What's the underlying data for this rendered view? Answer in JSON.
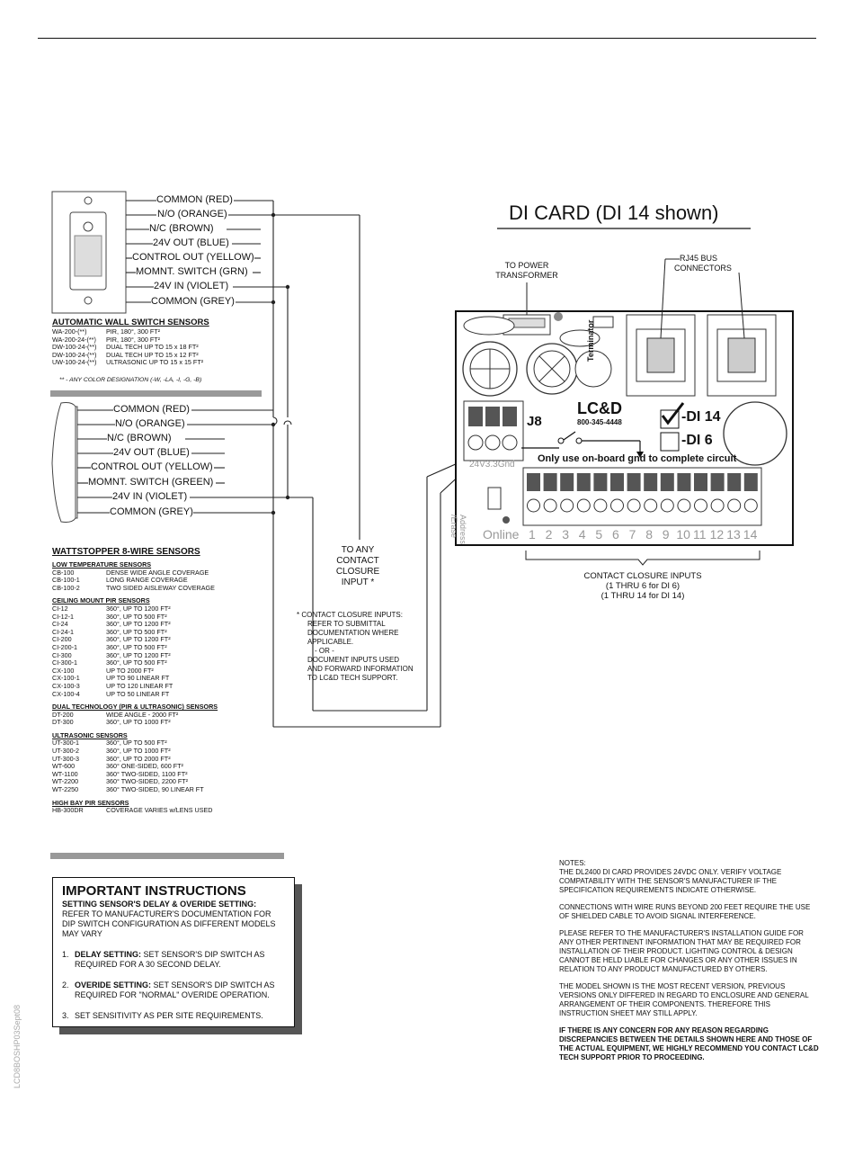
{
  "wall_switch": {
    "wires": [
      "COMMON (RED)",
      "N/O (ORANGE)",
      "N/C (BROWN)",
      "24V OUT (BLUE)",
      "CONTROL OUT (YELLOW)",
      "MOMNT. SWITCH (GRN)",
      "24V IN (VIOLET)",
      "COMMON (GREY)"
    ],
    "title": "AUTOMATIC WALL SWITCH SENSORS",
    "models": [
      {
        "model": "WA-200-(**)",
        "desc": "PIR, 180°, 300 FT²"
      },
      {
        "model": "WA-200-24-(**)",
        "desc": "PIR, 180°, 300 FT²"
      },
      {
        "model": "DW-100-24-(**)",
        "desc": "DUAL TECH UP TO 15 x 18 FT²"
      },
      {
        "model": "DW-100-24-(**)",
        "desc": "DUAL TECH UP TO 15 x 12 FT²"
      },
      {
        "model": "UW-100-24-(**)",
        "desc": "ULTRASONIC UP TO 15 x 15 FT²"
      }
    ],
    "note": "** - ANY COLOR DESIGNATION (-W, -LA, -I, -G, -B)"
  },
  "ceiling": {
    "wires": [
      "COMMON (RED)",
      "N/O (ORANGE)",
      "N/C (BROWN)",
      "24V OUT (BLUE)",
      "CONTROL OUT (YELLOW)",
      "MOMNT. SWITCH (GREEN)",
      "24V IN (VIOLET)",
      "COMMON (GREY)"
    ]
  },
  "wattstopper": {
    "title": "WATTSTOPPER 8-WIRE SENSORS",
    "categories": [
      {
        "name": "LOW TEMPERATURE SENSORS",
        "items": [
          {
            "model": "CB-100",
            "desc": "DENSE WIDE ANGLE COVERAGE"
          },
          {
            "model": "CB-100-1",
            "desc": "LONG RANGE COVERAGE"
          },
          {
            "model": "CB-100-2",
            "desc": "TWO SIDED AISLEWAY COVERAGE"
          }
        ]
      },
      {
        "name": "CEILING MOUNT PIR SENSORS",
        "items": [
          {
            "model": "CI-12",
            "desc": "360°, UP TO 1200 FT²"
          },
          {
            "model": "CI-12-1",
            "desc": "360°, UP TO 500 FT²"
          },
          {
            "model": "CI-24",
            "desc": "360°, UP TO 1200 FT²"
          },
          {
            "model": "CI-24-1",
            "desc": "360°, UP TO 500 FT²"
          },
          {
            "model": "CI-200",
            "desc": "360°, UP TO 1200 FT²"
          },
          {
            "model": "CI-200-1",
            "desc": "360°, UP TO 500 FT²"
          },
          {
            "model": "CI-300",
            "desc": "360°, UP TO 1200 FT²"
          },
          {
            "model": "CI-300-1",
            "desc": "360°, UP TO 500 FT²"
          },
          {
            "model": "CX-100",
            "desc": "UP TO 2000 FT²"
          },
          {
            "model": "CX-100-1",
            "desc": "UP TO 90 LINEAR FT"
          },
          {
            "model": "CX-100-3",
            "desc": "UP TO 120 LINEAR FT"
          },
          {
            "model": "CX-100-4",
            "desc": "UP TO 50 LINEAR FT"
          }
        ]
      },
      {
        "name": "DUAL TECHNOLOGY (PIR & ULTRASONIC) SENSORS",
        "items": [
          {
            "model": "DT-200",
            "desc": "WIDE ANGLE - 2000 FT²"
          },
          {
            "model": "DT-300",
            "desc": "360°, UP TO 1000 FT²"
          }
        ]
      },
      {
        "name": "ULTRASONIC SENSORS",
        "items": [
          {
            "model": "UT-300-1",
            "desc": "360°, UP TO 500 FT²"
          },
          {
            "model": "UT-300-2",
            "desc": "360°, UP TO 1000 FT²"
          },
          {
            "model": "UT-300-3",
            "desc": "360°, UP TO 2000 FT²"
          },
          {
            "model": "WT-600",
            "desc": "360° ONE-SIDED, 600 FT²"
          },
          {
            "model": "WT-1100",
            "desc": "360° TWO-SIDED, 1100 FT²"
          },
          {
            "model": "WT-2200",
            "desc": "360° TWO-SIDED, 2200 FT²"
          },
          {
            "model": "WT-2250",
            "desc": "360° TWO-SIDED, 90 LINEAR FT"
          }
        ]
      },
      {
        "name": "HIGH BAY PIR SENSORS",
        "items": [
          {
            "model": "HB-300DR",
            "desc": "COVERAGE VARIES w/LENS USED"
          }
        ]
      }
    ]
  },
  "contact_closure": {
    "to_any": [
      "TO ANY",
      "CONTACT",
      "CLOSURE",
      "INPUT *"
    ],
    "footnote": [
      "* CONTACT CLOSURE INPUTS:",
      "REFER TO SUBMITTAL",
      "DOCUMENTATION WHERE",
      "APPLICABLE.",
      "- OR -",
      "DOCUMENT INPUTS USED",
      "AND FORWARD INFORMATION",
      "TO LC&D TECH SUPPORT."
    ]
  },
  "di_card": {
    "title": "DI CARD (DI 14 shown)",
    "power_label": [
      "TO POWER",
      "TRANSFORMER"
    ],
    "rj45_label": [
      "RJ45 BUS",
      "CONNECTORS"
    ],
    "terminator": "Terminator",
    "brand": "LC&D",
    "phone": "800-345-4448",
    "j8": "J8",
    "j8_pins": "24V3.3Gnd",
    "address_erase": [
      "Address",
      "/Erase"
    ],
    "di14": "-DI 14",
    "di6": "-DI 6",
    "gnd_note": "Only use on-board gnd to complete circuit",
    "online": "Online",
    "inputs": [
      "1",
      "2",
      "3",
      "4",
      "5",
      "6",
      "7",
      "8",
      "9",
      "10",
      "11",
      "12",
      "13",
      "14"
    ],
    "inputs_caption": [
      "CONTACT CLOSURE INPUTS",
      "(1 THRU 6 for DI 6)",
      "(1 THRU 14 for DI 14)"
    ]
  },
  "instructions": {
    "title": "IMPORTANT INSTRUCTIONS",
    "subtitle": "SETTING SENSOR'S DELAY & OVERIDE SETTING:",
    "intro": "REFER TO MANUFACTURER'S DOCUMENTATION FOR DIP SWITCH CONFIGURATION AS DIFFERENT MODELS MAY VARY",
    "steps": [
      {
        "num": "1.",
        "bold": "DELAY SETTING:",
        "text": "SET SENSOR'S DIP SWITCH AS REQUIRED FOR A 30 SECOND DELAY."
      },
      {
        "num": "2.",
        "bold": "OVERIDE SETTING:",
        "text": "SET SENSOR'S DIP SWITCH AS REQUIRED FOR \"NORMAL\" OVERIDE OPERATION."
      },
      {
        "num": "3.",
        "bold": "",
        "text": "SET SENSITIVITY AS PER SITE REQUIREMENTS."
      }
    ]
  },
  "notes": {
    "heading": "NOTES:",
    "paragraphs": [
      "THE DL2400 DI CARD PROVIDES 24VDC ONLY.  VERIFY VOLTAGE COMPATABILITY WITH THE SENSOR'S MANUFACTURER IF THE SPECIFICATION REQUIREMENTS INDICATE OTHERWISE.",
      "CONNECTIONS WITH WIRE RUNS BEYOND 200 FEET REQUIRE THE USE OF SHIELDED CABLE TO AVOID SIGNAL INTERFERENCE.",
      "PLEASE REFER TO THE MANUFACTURER'S INSTALLATION GUIDE FOR ANY OTHER PERTINENT INFORMATION THAT MAY BE REQUIRED FOR INSTALLATION OF THEIR PRODUCT.  LIGHTING CONTROL & DESIGN CANNOT BE HELD LIABLE FOR CHANGES OR ANY OTHER ISSUES IN RELATION TO ANY PRODUCT MANUFACTURED BY OTHERS.",
      "THE MODEL SHOWN IS THE MOST RECENT VERSION, PREVIOUS VERSIONS ONLY DIFFERED IN REGARD TO ENCLOSURE AND GENERAL ARRANGEMENT OF THEIR  COMPONENTS.  THEREFORE THIS INSTRUCTION SHEET MAY STILL APPLY."
    ],
    "warning": "IF THERE IS ANY CONCERN FOR ANY REASON REGARDING DISCREPANCIES BETWEEN THE DETAILS SHOWN HERE AND THOSE OF THE ACTUAL EQUIPMENT, WE HIGHLY RECOMMEND YOU CONTACT LC&D TECH SUPPORT PRIOR TO PROCEEDING."
  },
  "doc_code": "LCD8BOSHP03Sept08"
}
